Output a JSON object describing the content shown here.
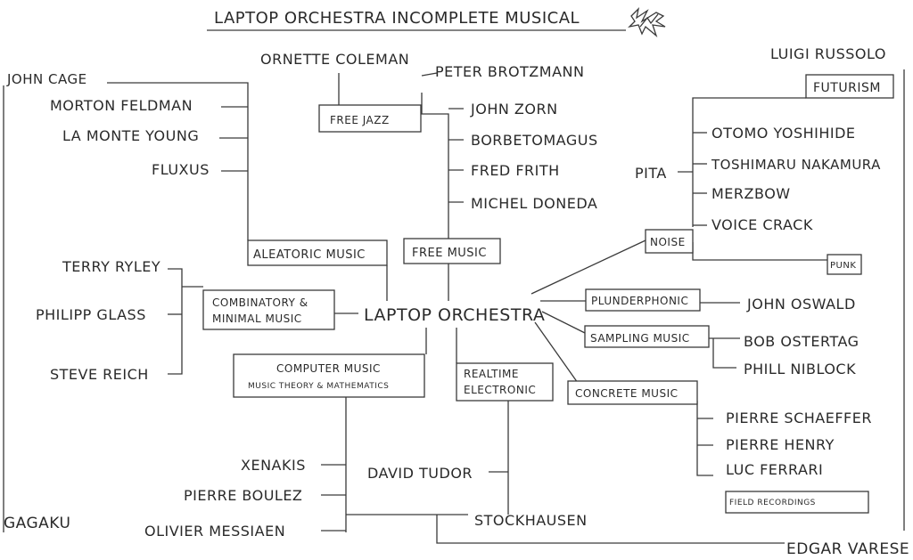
{
  "title": "LAPTOP ORCHESTRA INCOMPLETE MUSICAL",
  "nodes": {
    "center": "LAPTOP ORCHESTRA",
    "aleatoric": "ALEATORIC MUSIC",
    "free_music": "FREE MUSIC",
    "free_jazz": "FREE JAZZ",
    "combinatory_1": "COMBINATORY &",
    "combinatory_2": "MINIMAL MUSIC",
    "computer_1": "COMPUTER MUSIC",
    "computer_2": "MUSIC THEORY & MATHEMATICS",
    "realtime_1": "REALTIME",
    "realtime_2": "ELECTRONIC",
    "noise": "NOISE",
    "futurism": "FUTURISM",
    "punk": "PUNK",
    "plunderphonic": "PLUNDERPHONIC",
    "sampling": "SAMPLING MUSIC",
    "concrete": "CONCRETE MUSIC",
    "field": "FIELD RECORDINGS"
  },
  "artists": {
    "john_cage": "JOHN CAGE",
    "morton_feldman": "MORTON FELDMAN",
    "la_monte_young": "LA MONTE YOUNG",
    "fluxus": "FLUXUS",
    "ornette_coleman": "ORNETTE COLEMAN",
    "peter_brotzmann": "PETER BROTZMANN",
    "john_zorn": "JOHN ZORN",
    "borbetomagus": "BORBETOMAGUS",
    "fred_frith": "FRED FRITH",
    "michel_doneda": "MICHEL DONEDA",
    "luigi_russolo": "LUIGI RUSSOLO",
    "otomo_yoshihide": "OTOMO YOSHIHIDE",
    "toshimaru_nakamura": "TOSHIMARU NAKAMURA",
    "pita": "PITA",
    "merzbow": "MERZBOW",
    "voice_crack": "VOICE CRACK",
    "terry_ryley": "TERRY RYLEY",
    "philipp_glass": "PHILIPP GLASS",
    "steve_reich": "STEVE REICH",
    "john_oswald": "JOHN OSWALD",
    "bob_ostertag": "BOB OSTERTAG",
    "phill_niblock": "PHILL NIBLOCK",
    "pierre_schaeffer": "PIERRE SCHAEFFER",
    "pierre_henry": "PIERRE HENRY",
    "luc_ferrari": "LUC FERRARI",
    "xenakis": "XENAKIS",
    "pierre_boulez": "PIERRE BOULEZ",
    "olivier_messiaen": "OLIVIER MESSIAEN",
    "david_tudor": "DAVID TUDOR",
    "stockhausen": "STOCKHAUSEN",
    "gagaku": "GAGAKU",
    "edgar_varese": "EDGAR VARESE"
  }
}
